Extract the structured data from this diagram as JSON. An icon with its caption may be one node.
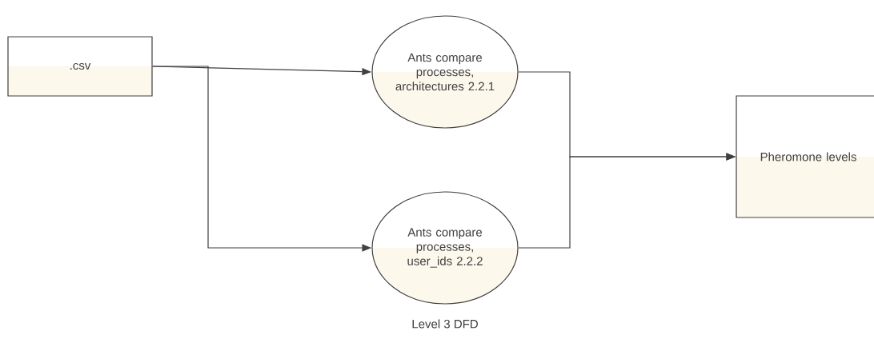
{
  "diagram": {
    "caption": "Level 3 DFD",
    "nodes": [
      {
        "text": [
          ".csv"
        ]
      },
      {
        "text": [
          "Ants compare processes, architectures 2.2.1"
        ]
      },
      {
        "text": [
          "Ants compare processes, user_ids 2.2.2"
        ]
      },
      {
        "text": [
          "Pheromone levels"
        ]
      }
    ],
    "edges": [
      {
        "from": 0,
        "to": 1,
        "arrow": "to"
      },
      {
        "from": 0,
        "to": 2,
        "arrow": "to"
      },
      {
        "from": 1,
        "to": 3,
        "arrow": "to"
      },
      {
        "from": 2,
        "to": 3,
        "arrow": "to"
      }
    ]
  }
}
